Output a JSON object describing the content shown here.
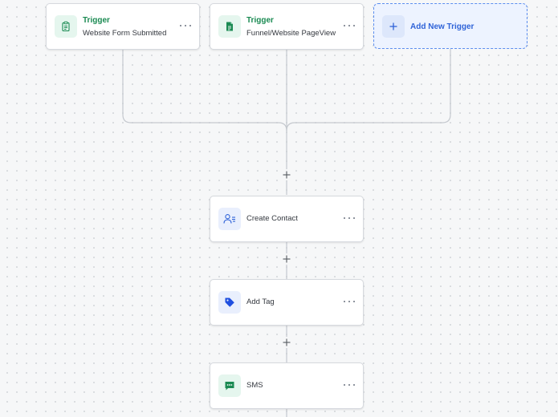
{
  "triggers": [
    {
      "title": "Trigger",
      "subtitle": "Website Form Submitted",
      "icon": "clipboard-icon"
    },
    {
      "title": "Trigger",
      "subtitle": "Funnel/Website PageView",
      "icon": "document-icon"
    }
  ],
  "add_trigger": {
    "label": "Add New Trigger",
    "icon": "plus-icon"
  },
  "actions": [
    {
      "label": "Create Contact",
      "icon": "contact-card-icon"
    },
    {
      "label": "Add Tag",
      "icon": "tag-icon"
    },
    {
      "label": "SMS",
      "icon": "message-icon"
    }
  ],
  "colors": {
    "trigger_green": "#1a8a52",
    "accent_blue": "#2f63d8",
    "connector": "#c5c9cf"
  }
}
